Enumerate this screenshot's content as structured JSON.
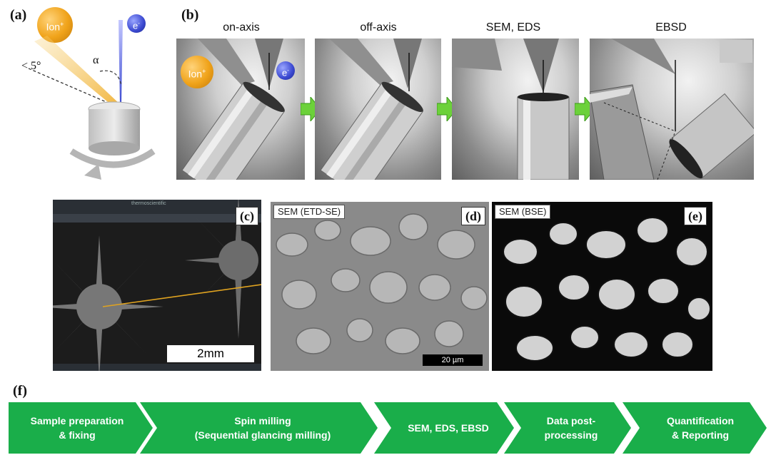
{
  "panels": {
    "a": "(a)",
    "b": "(b)",
    "c": "(c)",
    "d": "(d)",
    "e": "(e)",
    "f": "(f)"
  },
  "schematic": {
    "ion_label": "Ion",
    "ion_sup": "+",
    "electron_label": "e",
    "electron_sup": "-",
    "angle_label": "< 5°",
    "alpha_label": "α"
  },
  "steps": [
    {
      "title": "on-axis"
    },
    {
      "title": "off-axis"
    },
    {
      "title": "SEM, EDS"
    },
    {
      "title": "EBSD"
    }
  ],
  "images": {
    "c_scale": "2mm",
    "c_brand": "thermoscientific",
    "d_label": "SEM (ETD-SE)",
    "d_scale": "20 µm",
    "e_label": "SEM (BSE)"
  },
  "workflow": [
    {
      "line1": "Sample preparation",
      "line2": "& fixing"
    },
    {
      "line1": "Spin milling",
      "line2": "(Sequential glancing milling)"
    },
    {
      "line1": "SEM, EDS, EBSD",
      "line2": ""
    },
    {
      "line1": "Data post-",
      "line2": "processing"
    },
    {
      "line1": "Quantification",
      "line2": "& Reporting"
    }
  ],
  "colors": {
    "flow_green": "#1aae4a",
    "arrow_green": "#6cd13a",
    "ion_orange": "#f0a31a",
    "beam_blue": "#4a55d8"
  }
}
